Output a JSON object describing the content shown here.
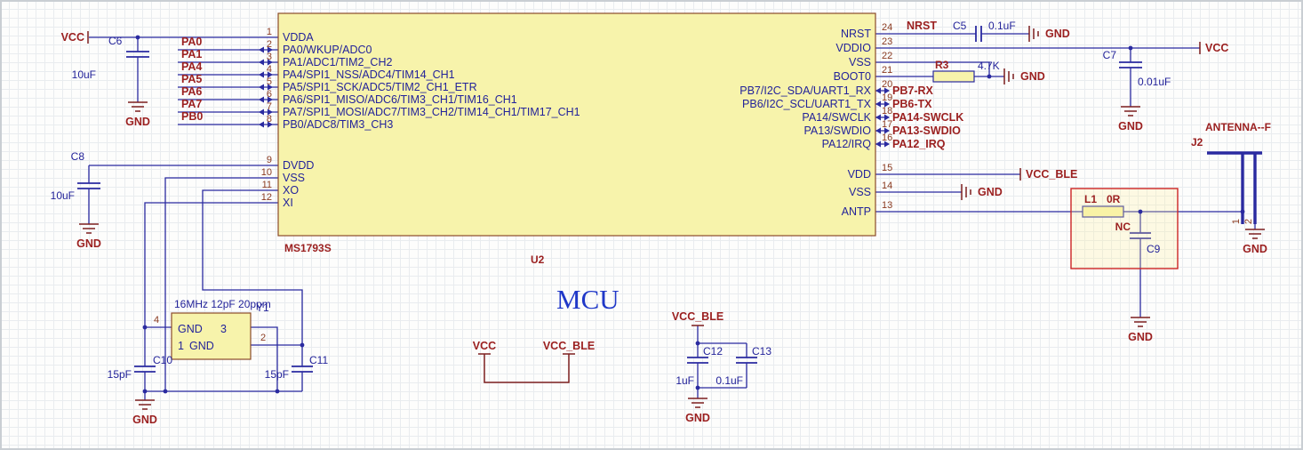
{
  "labels": {
    "vcc": "VCC",
    "gnd": "GND",
    "vcc_ble": "VCC_BLE"
  },
  "ic": {
    "designator": "U2",
    "part_number": "MS1793S",
    "title": "MCU",
    "left_pins": [
      {
        "num": "1",
        "name": "VDDA"
      },
      {
        "num": "2",
        "name": "PA0/WKUP/ADC0"
      },
      {
        "num": "3",
        "name": "PA1/ADC1/TIM2_CH2"
      },
      {
        "num": "4",
        "name": "PA4/SPI1_NSS/ADC4/TIM14_CH1"
      },
      {
        "num": "5",
        "name": "PA5/SPI1_SCK/ADC5/TIM2_CH1_ETR"
      },
      {
        "num": "6",
        "name": "PA6/SPI1_MISO/ADC6/TIM3_CH1/TIM16_CH1"
      },
      {
        "num": "7",
        "name": "PA7/SPI1_MOSI/ADC7/TIM3_CH2/TIM14_CH1/TIM17_CH1"
      },
      {
        "num": "8",
        "name": "PB0/ADC8/TIM3_CH3"
      },
      {
        "num": "9",
        "name": "DVDD"
      },
      {
        "num": "10",
        "name": "VSS"
      },
      {
        "num": "11",
        "name": "XO"
      },
      {
        "num": "12",
        "name": "XI"
      }
    ],
    "right_pins": [
      {
        "num": "24",
        "name": "NRST"
      },
      {
        "num": "23",
        "name": "VDDIO"
      },
      {
        "num": "22",
        "name": "VSS"
      },
      {
        "num": "21",
        "name": "BOOT0"
      },
      {
        "num": "20",
        "name": "PB7/I2C_SDA/UART1_RX"
      },
      {
        "num": "19",
        "name": "PB6/I2C_SCL/UART1_TX"
      },
      {
        "num": "18",
        "name": "PA14/SWCLK"
      },
      {
        "num": "17",
        "name": "PA13/SWDIO"
      },
      {
        "num": "16",
        "name": "PA12/IRQ"
      },
      {
        "num": "15",
        "name": "VDD"
      },
      {
        "num": "14",
        "name": "VSS"
      },
      {
        "num": "13",
        "name": "ANTP"
      }
    ]
  },
  "nets": {
    "pa0": "PA0",
    "pa1": "PA1",
    "pa4": "PA4",
    "pa5": "PA5",
    "pa6": "PA6",
    "pa7": "PA7",
    "pb0": "PB0",
    "nrst": "NRST",
    "pb7_rx": "PB7-RX",
    "pb6_tx": "PB6-TX",
    "pa14_swclk": "PA14-SWCLK",
    "pa13_swdio": "PA13-SWDIO",
    "pa12_irq": "PA12_IRQ"
  },
  "components": {
    "c5": {
      "ref": "C5",
      "value": "0.1uF"
    },
    "c6": {
      "ref": "C6",
      "value": "10uF"
    },
    "c7": {
      "ref": "C7",
      "value": "0.01uF"
    },
    "c8": {
      "ref": "C8",
      "value": "10uF"
    },
    "c9": {
      "ref": "C9",
      "note": "NC"
    },
    "c10": {
      "ref": "C10",
      "value": "15pF"
    },
    "c11": {
      "ref": "C11",
      "value": "15pF"
    },
    "c12": {
      "ref": "C12",
      "value": "1uF"
    },
    "c13": {
      "ref": "C13",
      "value": "0.1uF"
    },
    "r3": {
      "ref": "R3",
      "value": "4.7K"
    },
    "l1": {
      "ref": "L1",
      "value": "0R"
    },
    "y1": {
      "ref": "Y1",
      "spec": "16MHz 12pF 20ppm",
      "pin4_num": "4",
      "pin3_num": "3",
      "pin2_num": "2",
      "pin1_num": "1",
      "pin3_name": "GND",
      "pin1_name": "GND"
    },
    "j2": {
      "ref": "J2",
      "label": "ANTENNA--F",
      "pin1": "1",
      "pin2": "2"
    }
  }
}
